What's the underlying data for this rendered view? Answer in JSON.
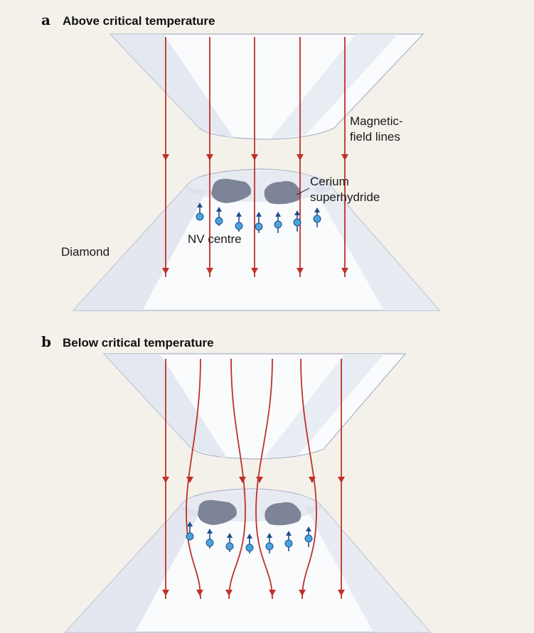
{
  "panels": {
    "a": {
      "letter": "a",
      "title": "Above critical temperature"
    },
    "b": {
      "letter": "b",
      "title": "Below critical temperature"
    }
  },
  "labels": {
    "field_lines_1": "Magnetic-",
    "field_lines_2": "field lines",
    "sample_1": "Cerium",
    "sample_2": "superhydride",
    "nv_centre": "NV centre",
    "diamond": "Diamond"
  },
  "colors": {
    "background": "#f4f1ea",
    "field_line": "#c0302a",
    "diamond_fill": "#fafbfd",
    "diamond_shade": "#dfe3ec",
    "diamond_edge": "#a9b2c8",
    "sample": "#7d8497",
    "nv_dot": "#4aa3d9",
    "nv_arrow": "#1f4e8c"
  }
}
